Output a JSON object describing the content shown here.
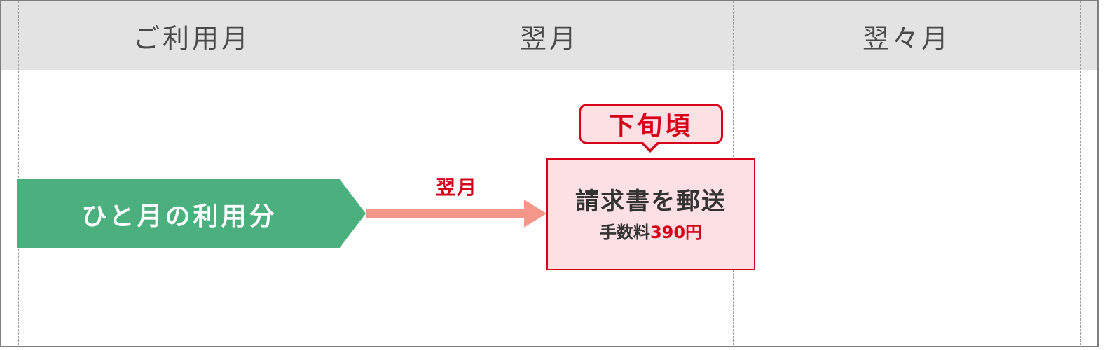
{
  "header": {
    "columns": [
      "ご利用月",
      "翌月",
      "翌々月"
    ]
  },
  "flow": {
    "usage_label": "ひと月の利用分",
    "arrow_label": "翌月",
    "bill_title": "請求書を郵送",
    "fee_label": "手数料",
    "fee_amount": "390円",
    "timing_label": "下旬頃"
  },
  "colors": {
    "usage_fill": "#4caf7e",
    "arrow": "#f4968a",
    "accent_red": "#d7001b",
    "pink_fill": "#fde0e4",
    "header_bg": "#e3e3e3"
  }
}
